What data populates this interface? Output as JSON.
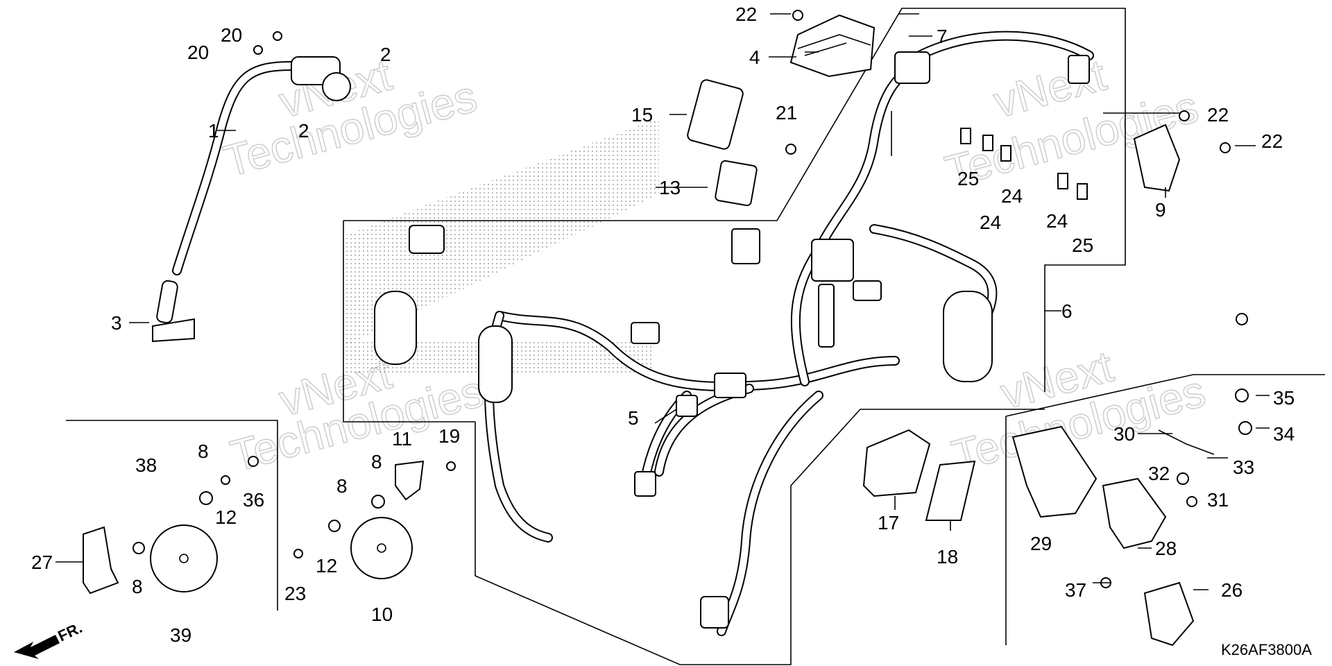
{
  "watermark": {
    "line1": "vNext",
    "line2": "Technologies"
  },
  "diagram_code": "K26AF3800A",
  "direction_label": "FR.",
  "callouts": [
    {
      "id": "c1",
      "text": "1"
    },
    {
      "id": "c2a",
      "text": "2"
    },
    {
      "id": "c2b",
      "text": "2"
    },
    {
      "id": "c3",
      "text": "3"
    },
    {
      "id": "c4",
      "text": "4"
    },
    {
      "id": "c5",
      "text": "5"
    },
    {
      "id": "c6",
      "text": "6"
    },
    {
      "id": "c7",
      "text": "7"
    },
    {
      "id": "c8a",
      "text": "8"
    },
    {
      "id": "c8b",
      "text": "8"
    },
    {
      "id": "c8c",
      "text": "8"
    },
    {
      "id": "c8d",
      "text": "8"
    },
    {
      "id": "c9",
      "text": "9"
    },
    {
      "id": "c10",
      "text": "10"
    },
    {
      "id": "c11",
      "text": "11"
    },
    {
      "id": "c12a",
      "text": "12"
    },
    {
      "id": "c12b",
      "text": "12"
    },
    {
      "id": "c13",
      "text": "13"
    },
    {
      "id": "c15",
      "text": "15"
    },
    {
      "id": "c17",
      "text": "17"
    },
    {
      "id": "c18",
      "text": "18"
    },
    {
      "id": "c19",
      "text": "19"
    },
    {
      "id": "c20a",
      "text": "20"
    },
    {
      "id": "c20b",
      "text": "20"
    },
    {
      "id": "c21",
      "text": "21"
    },
    {
      "id": "c22a",
      "text": "22"
    },
    {
      "id": "c22b",
      "text": "22"
    },
    {
      "id": "c22c",
      "text": "22"
    },
    {
      "id": "c23",
      "text": "23"
    },
    {
      "id": "c24a",
      "text": "24"
    },
    {
      "id": "c24b",
      "text": "24"
    },
    {
      "id": "c24c",
      "text": "24"
    },
    {
      "id": "c25a",
      "text": "25"
    },
    {
      "id": "c25b",
      "text": "25"
    },
    {
      "id": "c26",
      "text": "26"
    },
    {
      "id": "c27",
      "text": "27"
    },
    {
      "id": "c28",
      "text": "28"
    },
    {
      "id": "c29",
      "text": "29"
    },
    {
      "id": "c30",
      "text": "30"
    },
    {
      "id": "c31",
      "text": "31"
    },
    {
      "id": "c32",
      "text": "32"
    },
    {
      "id": "c33",
      "text": "33"
    },
    {
      "id": "c34",
      "text": "34"
    },
    {
      "id": "c35",
      "text": "35"
    },
    {
      "id": "c36",
      "text": "36"
    },
    {
      "id": "c37",
      "text": "37"
    },
    {
      "id": "c38",
      "text": "38"
    },
    {
      "id": "c39",
      "text": "39"
    }
  ]
}
